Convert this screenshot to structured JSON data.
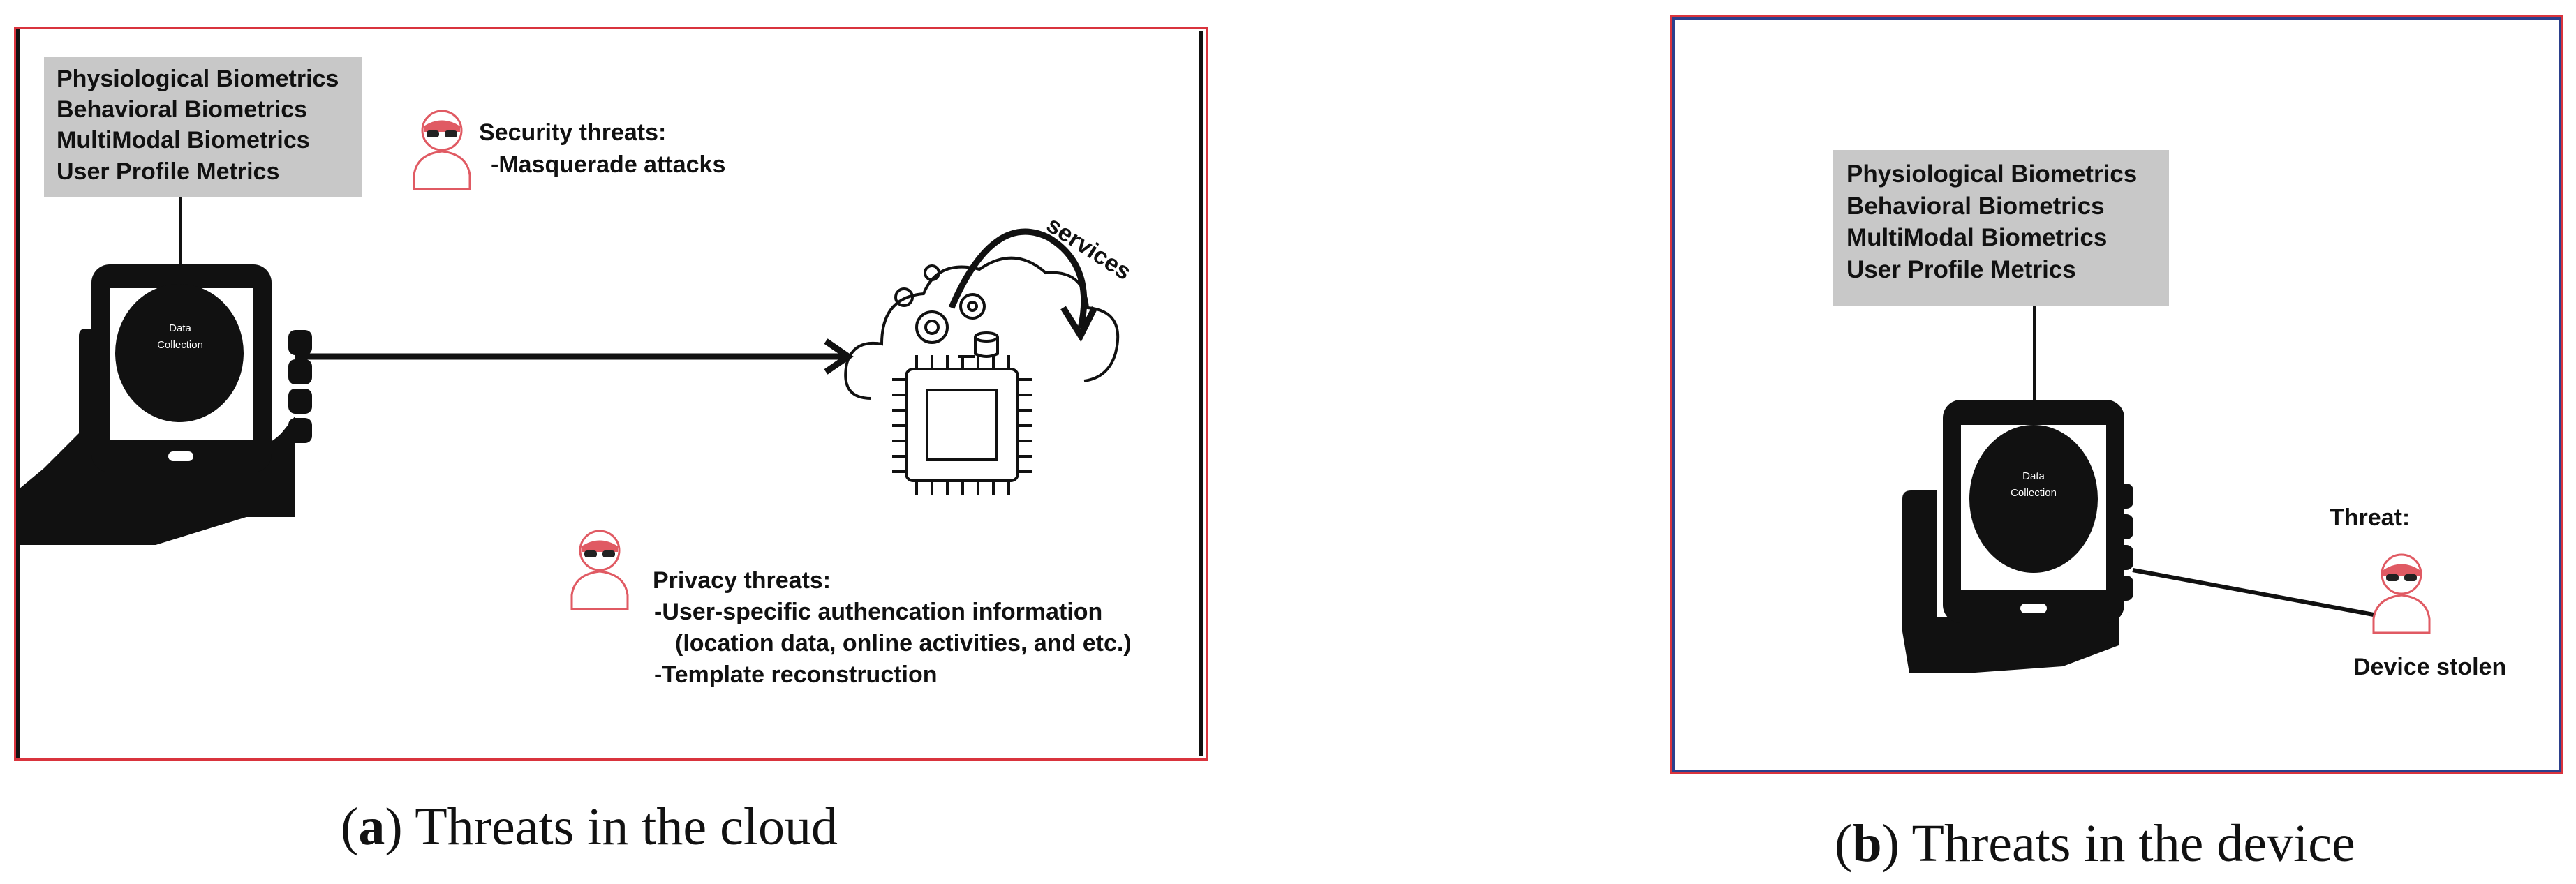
{
  "panel_a": {
    "metrics": [
      "Physiological Biometrics",
      "Behavioral Biometrics",
      "MultiModal Biometrics",
      "User Profile Metrics"
    ],
    "data_collection": [
      "Data",
      "Collection"
    ],
    "security_title": "Security threats:",
    "security_items": [
      "-Masquerade attacks"
    ],
    "services_label": "services",
    "privacy_title": "Privacy threats:",
    "privacy_items": [
      "-User-specific authencation information",
      "(location data, online activities, and etc.)",
      "-Template reconstruction"
    ],
    "caption_letter": "a",
    "caption_text": " Threats in the cloud"
  },
  "panel_b": {
    "metrics": [
      "Physiological Biometrics",
      "Behavioral Biometrics",
      "MultiModal Biometrics",
      "User Profile Metrics"
    ],
    "data_collection": [
      "Data",
      "Collection"
    ],
    "threat_label": "Threat:",
    "device_stolen": "Device stolen",
    "caption_letter": "b",
    "caption_text": " Threats in the device"
  },
  "colors": {
    "border": "#d9343d",
    "user_icon": "#e05a63",
    "gray_box": "#c8c8c8"
  },
  "icons": [
    "phone-in-hand-icon",
    "cloud-icon",
    "gear-icon",
    "database-icon",
    "chip-icon",
    "masked-user-icon",
    "arrow-icon"
  ]
}
